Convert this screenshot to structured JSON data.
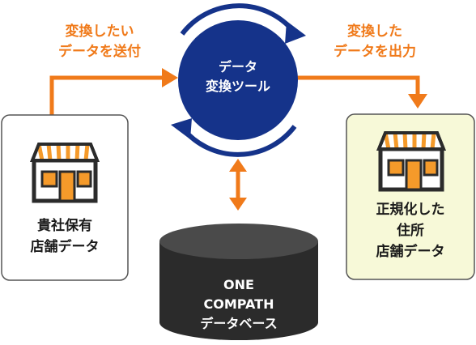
{
  "left_label": {
    "line1": "変換したい",
    "line2": "データを送付"
  },
  "right_label": {
    "line1": "変換した",
    "line2": "データを出力"
  },
  "tool": {
    "line1": "データ",
    "line2": "変換ツール"
  },
  "store_box": {
    "line1": "貴社保有",
    "line2": "店舗データ"
  },
  "result_box": {
    "line1": "正規化した",
    "line2": "住所",
    "line3": "店舗データ"
  },
  "database": {
    "line1": "ONE",
    "line2": "COMPATH",
    "line3": "データベース"
  },
  "colors": {
    "orange": "#f07a1a",
    "navy": "#15338a",
    "db_dark": "#2b2b2b",
    "result_bg": "#f7f9d8"
  },
  "icons": [
    "storefront-icon",
    "cycle-arrows-icon",
    "database-cylinder"
  ]
}
